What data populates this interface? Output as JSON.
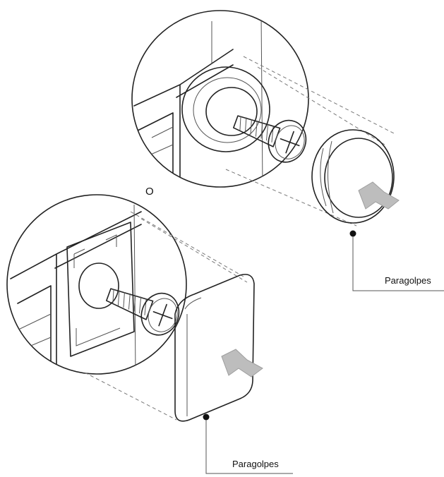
{
  "separator_label": "O",
  "callouts": {
    "round_bumper_label": "Paragolpes",
    "rect_bumper_label": "Paragolpes"
  },
  "icons": [
    "screw-icon",
    "arrow-icon"
  ],
  "colors": {
    "line": "#222222",
    "arrow": "#bdbdbd",
    "background": "#ffffff"
  }
}
